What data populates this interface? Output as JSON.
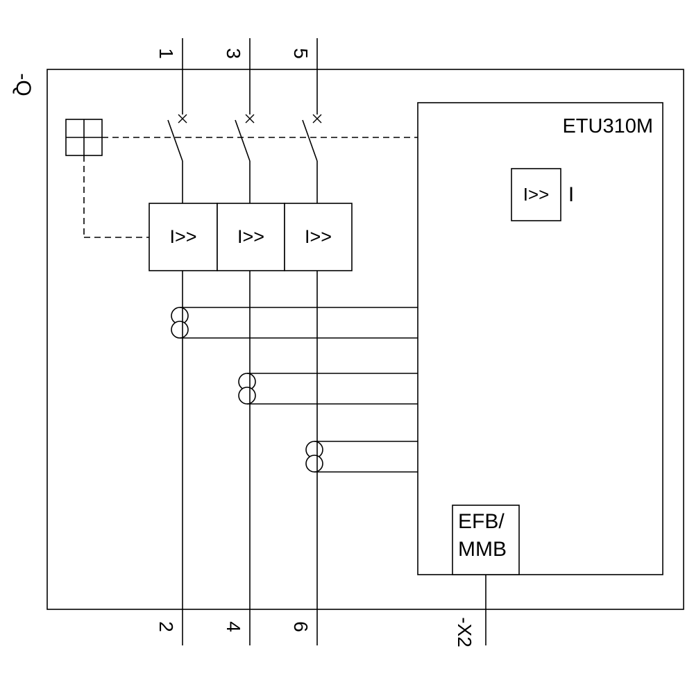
{
  "diagram": {
    "device_tag": "-Q",
    "terminals_top": [
      "1",
      "3",
      "5"
    ],
    "terminals_bottom": [
      "2",
      "4",
      "6"
    ],
    "release_boxes": [
      "I>>",
      "I>>",
      "I>>"
    ],
    "etu": {
      "label": "ETU310M",
      "instantaneous_label": "I>>",
      "current_label": "I",
      "module_line1": "EFB/",
      "module_line2": "MMB",
      "aux_connector": "-X2"
    },
    "colors": {
      "line": "#000000",
      "background": "#ffffff"
    }
  }
}
